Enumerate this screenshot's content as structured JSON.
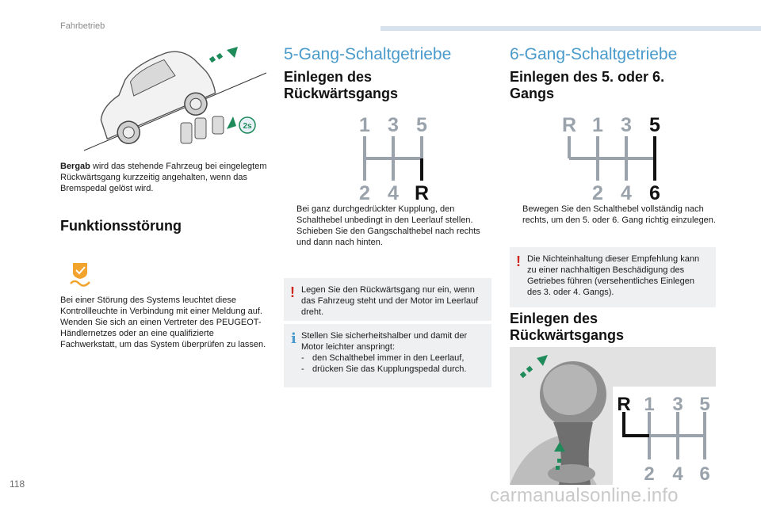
{
  "header": {
    "section": "Fahrbetrieb"
  },
  "footer": {
    "page_number": "118",
    "watermark": "carmanualsonline.info"
  },
  "left": {
    "slope_caption_bold": "Bergab",
    "slope_caption_rest": " wird das stehende Fahrzeug bei eingelegtem Rückwärtsgang kurzzeitig angehalten, wenn das Bremspedal gelöst wird.",
    "malfunction_title": "Funktionsstörung",
    "malfunction_text": "Bei einer Störung des Systems leuchtet diese Kontrollleuchte in Verbindung mit einer Meldung auf. Wenden Sie sich an einen Vertreter des PEUGEOT-Händlernetzes oder an eine qualifizierte Fachwerkstatt, um das System überprüfen zu lassen.",
    "illustration_badge": "2s"
  },
  "middle": {
    "title": "5-Gang-Schaltgetriebe",
    "subtitle": "Einlegen des Rückwärtsgangs",
    "gear_top": [
      "1",
      "3",
      "5"
    ],
    "gear_bottom": [
      "2",
      "4",
      "R"
    ],
    "bullets": [
      "Bei ganz durchgedrückter Kupplung, den Schalthebel unbedingt in den Leerlauf stellen.",
      "Schieben Sie den Gangschalthebel nach rechts und dann nach hinten."
    ],
    "warning": "Legen Sie den Rückwärtsgang nur ein, wenn das Fahrzeug steht und der Motor im Leerlauf dreht.",
    "info_intro": "Stellen Sie sicherheitshalber und damit der Motor leichter anspringt:",
    "info_items": [
      "den Schalthebel immer in den Leerlauf,",
      "drücken Sie das Kupplungspedal durch."
    ]
  },
  "right": {
    "title": "6-Gang-Schaltgetriebe",
    "subtitle": "Einlegen des 5. oder 6. Gangs",
    "gear_top": [
      "R",
      "1",
      "3",
      "5"
    ],
    "gear_bottom": [
      "2",
      "4",
      "6"
    ],
    "bullets": [
      "Bewegen Sie den Schalthebel vollständig nach rechts, um den 5. oder 6. Gang richtig einzulegen."
    ],
    "warning": "Die Nichteinhaltung dieser Empfehlung kann zu einer nachhaltigen Beschädigung des Getriebes führen (versehentliches Einlegen des 3. oder 4. Gangs).",
    "subtitle2": "Einlegen des Rückwärtsgangs",
    "photo_gear_top": [
      "R",
      "1",
      "3",
      "5"
    ],
    "photo_gear_bottom": [
      "2",
      "4",
      "6"
    ]
  },
  "symbols": {
    "bullet": "",
    "dash": "-",
    "warning": "!",
    "info": "i"
  },
  "colors": {
    "accent": "#4a9bcc",
    "gear_grey": "#9aa3ab",
    "warning_red": "#d0251c",
    "arrow_green": "#1f8a5a",
    "note_bg": "#eef0f2"
  },
  "icons": [
    "warning-icon",
    "info-icon",
    "slope-control-warning-icon",
    "car-slope-illustration",
    "gear-pattern-diagram",
    "gear-lever-photo"
  ]
}
